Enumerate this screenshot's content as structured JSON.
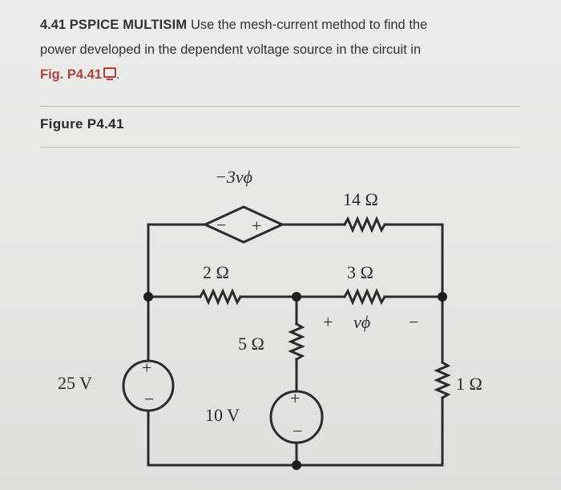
{
  "problem": {
    "number": "4.41",
    "keywords": "PSPICE MULTISIM",
    "text_line1": "Use the mesh-current method to find the",
    "text_line2": "power developed in the dependent voltage source in the circuit in",
    "fig_ref": "Fig. P4.41",
    "end_punct": "."
  },
  "figure": {
    "title": "Figure P4.41",
    "labels": {
      "dep_source_value": "−3vϕ",
      "dep_minus": "−",
      "dep_plus": "+",
      "r14": "14 Ω",
      "r2": "2 Ω",
      "r3": "3 Ω",
      "r5": "5 Ω",
      "r1": "1 Ω",
      "v25": "25 V",
      "v10": "10 V",
      "src_plus": "+",
      "src_minus": "−",
      "vphi_plus": "+",
      "vphi": "vϕ",
      "vphi_minus": "−"
    }
  }
}
